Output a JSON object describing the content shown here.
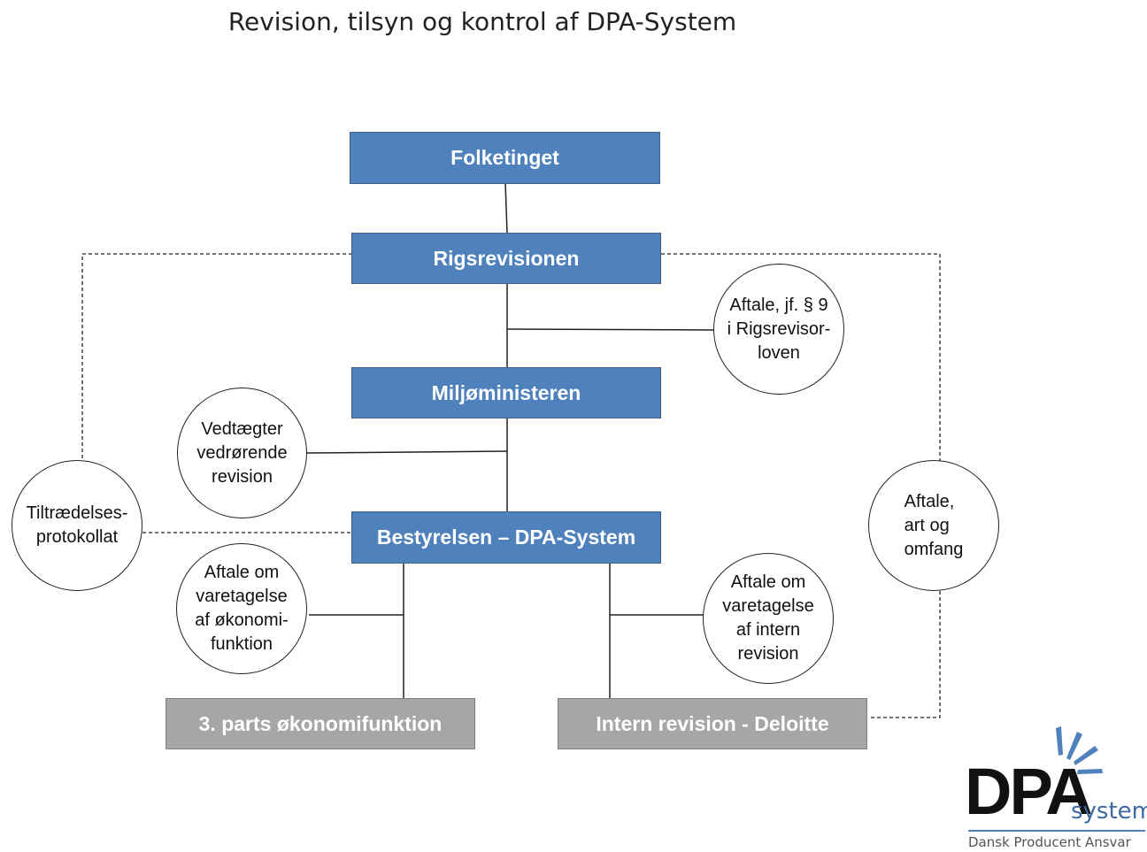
{
  "title": "Revision, tilsyn og kontrol af DPA-System",
  "boxes": {
    "folketinget": "Folketinget",
    "rigsrevisionen": "Rigsrevisionen",
    "miljoministeren": "Miljøministeren",
    "bestyrelsen": "Bestyrelsen – DPA-System",
    "okonomifunktion": "3. parts økonomifunktion",
    "intern_revision": "Intern revision - Deloitte"
  },
  "circles": {
    "aftale_rigsrevisor": "Aftale, jf. § 9\ni Rigsrevisor-\nloven",
    "vedtaegter": "Vedtægter\nvedrørende\nrevision",
    "tiltraedelse": "Tiltrædelses-\nprotokollat",
    "aftale_art": "Aftale,\nart og\nomfang",
    "aftale_okonomi": "Aftale om\nvaretagelse\naf økonomi-\nfunktion",
    "aftale_intern": "Aftale om\nvaretagelse\naf intern\nrevision"
  },
  "logo": {
    "brand": "DPA",
    "suffix": "system",
    "tagline": "Dansk Producent Ansvar"
  },
  "colors": {
    "box_blue": "#4f81bd",
    "box_gray": "#a6a6a6",
    "logo_blue": "#3d6aa3"
  }
}
